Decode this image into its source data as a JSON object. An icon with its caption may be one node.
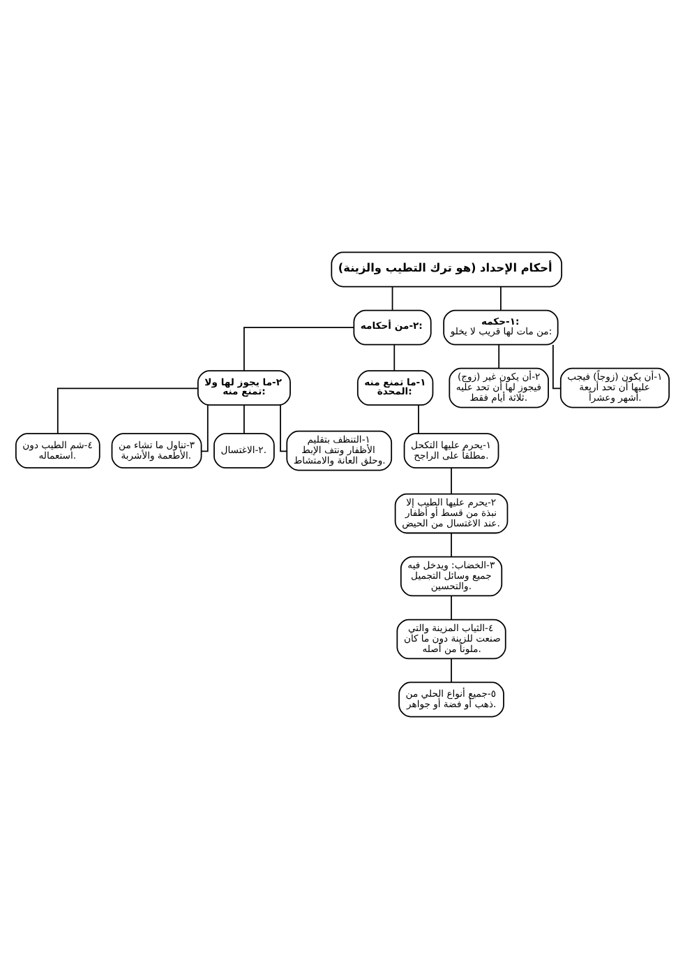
{
  "diagram": {
    "nodes": [
      {
        "text": [
          "أحكام الإحداد (هو ترك التطيب والزينة)"
        ]
      },
      {
        "text": [
          "١-حكمه:",
          "من مات لها قريب لا يخلو:"
        ]
      },
      {
        "text": [
          "١-أن يكون (زوجاً) فيجب عليها أن تحد أربعة أشهر وعشراً."
        ]
      },
      {
        "text": [
          "٢-أن يكون غير (زوج) فيجوز لها أن تحد عليه ثلاثة أيام فقط."
        ]
      },
      {
        "text": [
          "٢-من أحكامه:"
        ]
      },
      {
        "text": [
          "١-ما تمنع منه المحدة:"
        ]
      },
      {
        "text": [
          "١-يحرم عليها التكحل مطلقاً على الراجح."
        ]
      },
      {
        "text": [
          "٢-يحرم عليها الطيب إلا نبذة من قسط أو أظفار عند الاغتسال من الحيض."
        ]
      },
      {
        "text": [
          "٣-الخضاب: ويدخل فيه جميع وسائل التجميل والتحسين."
        ]
      },
      {
        "text": [
          "٤-الثياب المزينة والتي صنعت للزينة دون ما كان ملوناً من أصله."
        ]
      },
      {
        "text": [
          "٥-جميع أنواع الحلي من ذهب أو فضة أو جواهر."
        ]
      },
      {
        "text": [
          "٢-ما يجوز لها ولا تمنع منه:"
        ]
      },
      {
        "text": [
          "١-التنظف بتقليم الأظفار ونتف الإبط وحلق العانة والامتشاط."
        ]
      },
      {
        "text": [
          "٢-الاغتسال."
        ]
      },
      {
        "text": [
          "٣-تناول ما تشاء من الأطعمة والأشربة."
        ]
      },
      {
        "text": [
          "٤-شم الطيب دون استعماله."
        ]
      }
    ],
    "edges": [
      {
        "from": 0,
        "to": 1,
        "arrow": "none"
      },
      {
        "from": 1,
        "to": 2,
        "arrow": "none"
      },
      {
        "from": 1,
        "to": 3,
        "arrow": "none"
      },
      {
        "from": 0,
        "to": 4,
        "arrow": "none"
      },
      {
        "from": 4,
        "to": 5,
        "arrow": "none"
      },
      {
        "from": 5,
        "to": 6,
        "arrow": "none"
      },
      {
        "from": 6,
        "to": 7,
        "arrow": "none"
      },
      {
        "from": 7,
        "to": 8,
        "arrow": "none"
      },
      {
        "from": 8,
        "to": 9,
        "arrow": "none"
      },
      {
        "from": 9,
        "to": 10,
        "arrow": "none"
      },
      {
        "from": 4,
        "to": 11,
        "arrow": "none"
      },
      {
        "from": 11,
        "to": 12,
        "arrow": "none"
      },
      {
        "from": 11,
        "to": 13,
        "arrow": "none"
      },
      {
        "from": 11,
        "to": 14,
        "arrow": "none"
      },
      {
        "from": 11,
        "to": 15,
        "arrow": "none"
      }
    ]
  }
}
